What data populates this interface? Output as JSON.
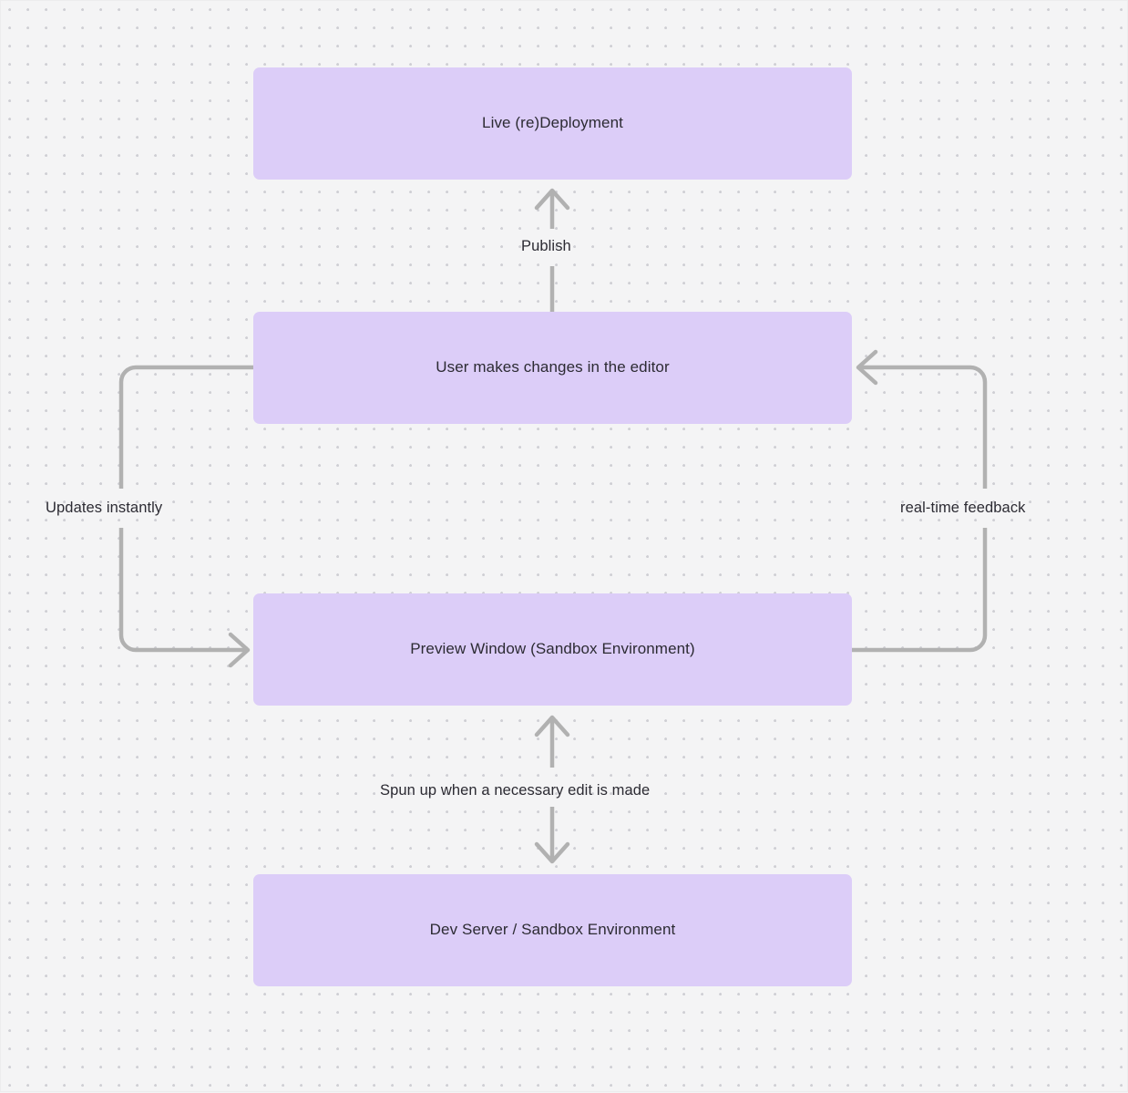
{
  "diagram": {
    "type": "flowchart",
    "background_color": "#f4f4f5",
    "grid": "dotted",
    "node_fill_color": "#DCCDF8",
    "edge_color": "#b1b1b1",
    "text_color": "#2c2b33",
    "nodes": [
      {
        "id": "live",
        "label": "Live (re)Deployment"
      },
      {
        "id": "editor",
        "label": "User makes changes in the editor"
      },
      {
        "id": "preview",
        "label": "Preview Window (Sandbox Environment)"
      },
      {
        "id": "devserver",
        "label": "Dev Server / Sandbox Environment"
      }
    ],
    "edges": [
      {
        "id": "publish",
        "label": "Publish",
        "from": "editor",
        "to": "live",
        "direction": "up"
      },
      {
        "id": "updates",
        "label": "Updates instantly",
        "from": "editor",
        "to": "preview",
        "direction": "left-loop"
      },
      {
        "id": "realtime",
        "label": "real-time feedback",
        "from": "preview",
        "to": "editor",
        "direction": "right-loop"
      },
      {
        "id": "spun",
        "label": "Spun up when a necessary edit is made",
        "from": "preview",
        "to": "devserver",
        "direction": "bidirectional"
      }
    ]
  }
}
